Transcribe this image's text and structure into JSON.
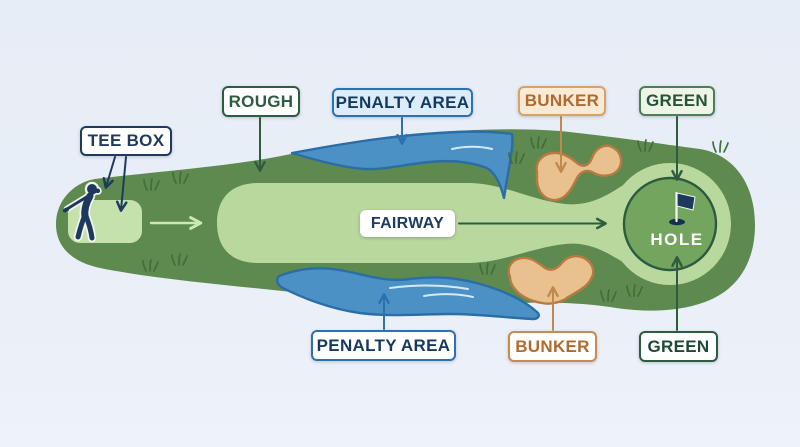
{
  "diagram": {
    "subject": "golf-hole-anatomy",
    "labels": {
      "tee_box": "TEE BOX",
      "rough": "ROUGH",
      "penalty_area_top": "PENALTY AREA",
      "bunker_top": "BUNKER",
      "green_top": "GREEN",
      "fairway": "FAIRWAY",
      "hole": "HOLE",
      "penalty_area_bottom": "PENALTY AREA",
      "bunker_bottom": "BUNKER",
      "green_bottom": "GREEN"
    },
    "icons": [
      {
        "name": "golfer-icon",
        "shape": "navy silhouette of golfer swinging club"
      },
      {
        "name": "flag-icon",
        "shape": "navy pennant on white pole in hole cup"
      },
      {
        "name": "grass-tuft-icon",
        "shape": "small dark-green grass strokes"
      }
    ],
    "colors": {
      "background": "#e9eef7",
      "rough": "#5e8a4f",
      "fairway": "#b9d89d",
      "tee_pad": "#c5e2ad",
      "green_surface": "#73a55e",
      "green_border": "#2c5c40",
      "water": "#4b91c6",
      "water_border": "#2b6da6",
      "sand": "#e9c18f",
      "sand_border": "#b97a42",
      "navy": "#1e3a5f",
      "label_green": "#2e5c41",
      "label_blue": "#2d72ad",
      "label_orange": "#c9894f"
    }
  }
}
